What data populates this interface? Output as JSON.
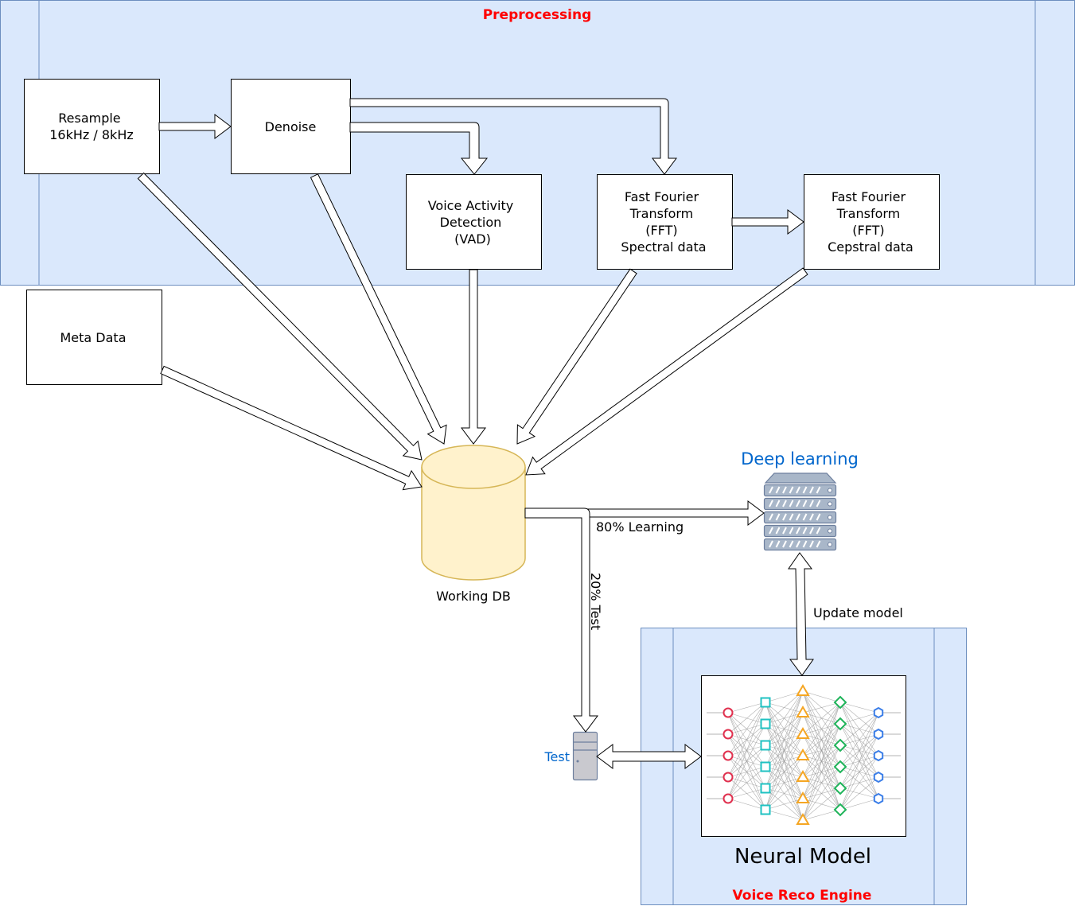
{
  "preprocessing": {
    "title": "Preprocessing"
  },
  "nodes": {
    "resample": {
      "lines": [
        "Resample",
        "16kHz / 8kHz"
      ]
    },
    "denoise": {
      "lines": [
        "Denoise"
      ]
    },
    "vad": {
      "lines": [
        "Voice Activity",
        "Detection",
        "(VAD)"
      ]
    },
    "fft_spectral": {
      "lines": [
        "Fast Fourier",
        "Transform",
        "(FFT)",
        "Spectral data"
      ]
    },
    "fft_cepstral": {
      "lines": [
        "Fast Fourier",
        "Transform",
        "(FFT)",
        "Cepstral data"
      ]
    },
    "meta": {
      "lines": [
        "Meta Data"
      ]
    },
    "working_db": {
      "label": "Working DB"
    },
    "deep_learning": {
      "label": "Deep learning"
    },
    "test": {
      "label": "Test"
    },
    "neural_model": {
      "label": "Neural Model"
    }
  },
  "edges": {
    "learning": "80% Learning",
    "test": "20% Test",
    "update": "Update model"
  },
  "engine": {
    "title": "Voice Reco Engine"
  },
  "colors": {
    "container_fill": "#dae8fc",
    "container_stroke": "#6c8ebf",
    "db_fill": "#fff2cc",
    "db_stroke": "#d6b656",
    "title_red": "#ff0000",
    "accent_blue": "#0066cc"
  }
}
